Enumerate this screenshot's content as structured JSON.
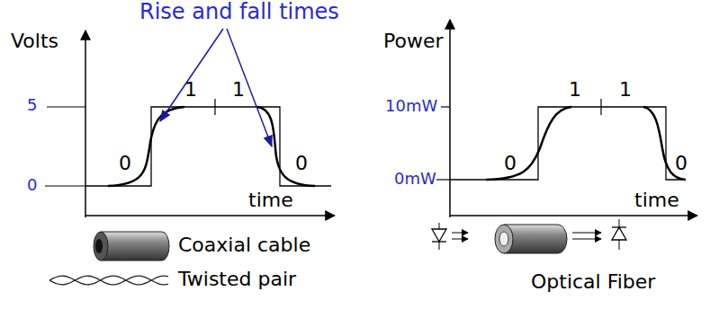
{
  "diagram": {
    "labels": [
      "Rise and fall times",
      "Volts",
      "5",
      "0",
      "1",
      "1",
      "0",
      "0",
      "time",
      "Coaxial cable",
      "Twisted pair",
      "Power",
      "10mW",
      "0mW",
      "1",
      "1",
      "0",
      "0",
      "time",
      "Optical Fiber"
    ]
  }
}
